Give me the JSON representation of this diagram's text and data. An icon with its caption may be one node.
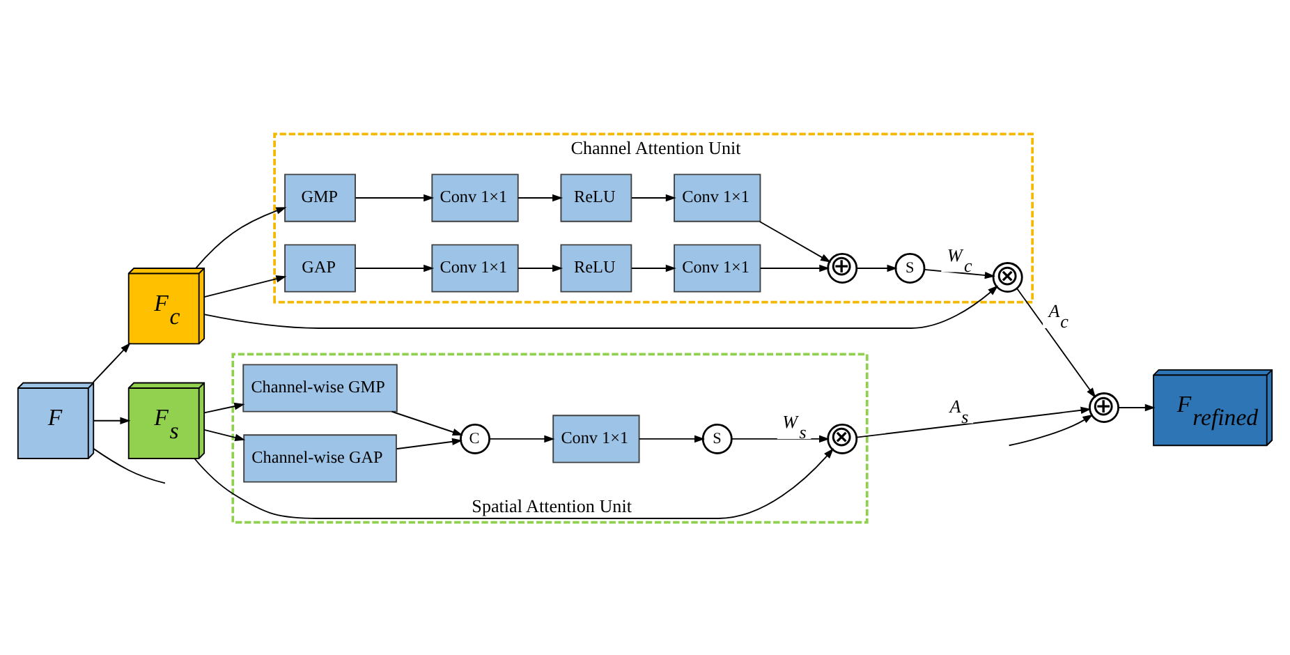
{
  "diagram": {
    "nodes": [
      {
        "text": [
          "F"
        ]
      },
      {
        "text": [
          "F$_{c}$"
        ]
      },
      {
        "text": [
          "F$_{s}$"
        ]
      },
      {
        "text": [
          "Channel Attention Unit"
        ]
      },
      {
        "text": [
          "GMP"
        ],
        "in": 3
      },
      {
        "text": [
          "Conv 1×1"
        ],
        "in": 3
      },
      {
        "text": [
          "ReLU"
        ],
        "in": 3
      },
      {
        "text": [
          "Conv 1×1"
        ],
        "in": 3
      },
      {
        "text": [
          "GAP"
        ],
        "in": 3
      },
      {
        "text": [
          "Conv 1×1"
        ],
        "in": 3
      },
      {
        "text": [
          "ReLU"
        ],
        "in": 3
      },
      {
        "text": [
          "Conv 1×1"
        ],
        "in": 3
      },
      {
        "text": [
          "⊕"
        ],
        "in": 3
      },
      {
        "text": [
          "S"
        ],
        "in": 3
      },
      {
        "text": [
          "⊗"
        ],
        "in": 3
      },
      {
        "text": [
          "Spatial Attention Unit"
        ]
      },
      {
        "text": [
          "Channel-wise GMP"
        ],
        "in": 15
      },
      {
        "text": [
          "Channel-wise GAP"
        ],
        "in": 15
      },
      {
        "text": [
          "C"
        ],
        "in": 15
      },
      {
        "text": [
          "Conv 1×1"
        ],
        "in": 15
      },
      {
        "text": [
          "S"
        ],
        "in": 15
      },
      {
        "text": [
          "⊗"
        ],
        "in": 15
      },
      {
        "text": [
          "⊕"
        ]
      },
      {
        "text": [
          "F$_{refined}$"
        ]
      }
    ],
    "edges": [
      {
        "from": 0,
        "to": 1,
        "arrow": "to"
      },
      {
        "from": 0,
        "to": 2,
        "arrow": "to"
      },
      {
        "from": 0,
        "to": null,
        "arrow": "none"
      },
      {
        "from": 1,
        "to": 4,
        "arrow": "to"
      },
      {
        "from": 1,
        "to": 8,
        "arrow": "to"
      },
      {
        "from": 1,
        "to": 14,
        "arrow": "to"
      },
      {
        "from": 4,
        "to": 5,
        "arrow": "to"
      },
      {
        "from": 5,
        "to": 6,
        "arrow": "to"
      },
      {
        "from": 6,
        "to": 7,
        "arrow": "to"
      },
      {
        "from": 8,
        "to": 9,
        "arrow": "to"
      },
      {
        "from": 9,
        "to": 10,
        "arrow": "to"
      },
      {
        "from": 10,
        "to": 11,
        "arrow": "to"
      },
      {
        "from": 7,
        "to": 12,
        "arrow": "to"
      },
      {
        "from": 11,
        "to": 12,
        "arrow": "to"
      },
      {
        "from": 12,
        "to": 13,
        "arrow": "to"
      },
      {
        "from": 13,
        "to": 14,
        "label": "W$_{c}$",
        "arrow": "to"
      },
      {
        "from": 14,
        "to": 22,
        "label": "A$_{c}$",
        "arrow": "to"
      },
      {
        "from": 2,
        "to": 16,
        "arrow": "to"
      },
      {
        "from": 2,
        "to": 17,
        "arrow": "to"
      },
      {
        "from": 2,
        "to": 21,
        "arrow": "to"
      },
      {
        "from": 16,
        "to": 18,
        "arrow": "to"
      },
      {
        "from": 17,
        "to": 18,
        "arrow": "to"
      },
      {
        "from": 18,
        "to": 19,
        "arrow": "to"
      },
      {
        "from": 19,
        "to": 20,
        "arrow": "to"
      },
      {
        "from": 20,
        "to": 21,
        "label": "W$_{s}$",
        "arrow": "to"
      },
      {
        "from": 21,
        "to": 22,
        "label": "A$_{s}$",
        "arrow": "to"
      },
      {
        "from": 22,
        "to": 23,
        "arrow": "to"
      },
      {
        "from": null,
        "to": 22,
        "arrow": "to"
      }
    ]
  }
}
